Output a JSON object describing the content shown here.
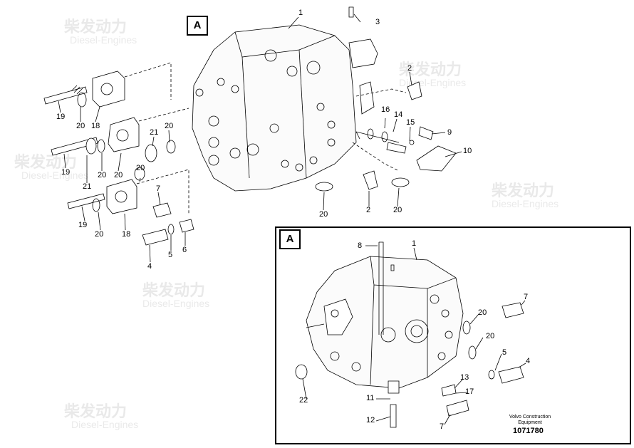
{
  "view_tags": {
    "main": "A",
    "inset": "A"
  },
  "main_labels": [
    "1",
    "3",
    "2",
    "16",
    "14",
    "15",
    "9",
    "10",
    "19",
    "20",
    "18",
    "21",
    "20",
    "19",
    "20",
    "21",
    "20",
    "7",
    "20",
    "2",
    "20",
    "19",
    "20",
    "18",
    "4",
    "5",
    "6"
  ],
  "inset_labels": [
    "8",
    "1",
    "7",
    "20",
    "20",
    "5",
    "4",
    "13",
    "17",
    "22",
    "11",
    "12",
    "7"
  ],
  "caption": {
    "line1": "Volvo Construction",
    "line2": "Equipment",
    "doc_number": "1071780"
  },
  "watermark": {
    "brand": "柴发动力",
    "sub": "Diesel-Engines"
  }
}
